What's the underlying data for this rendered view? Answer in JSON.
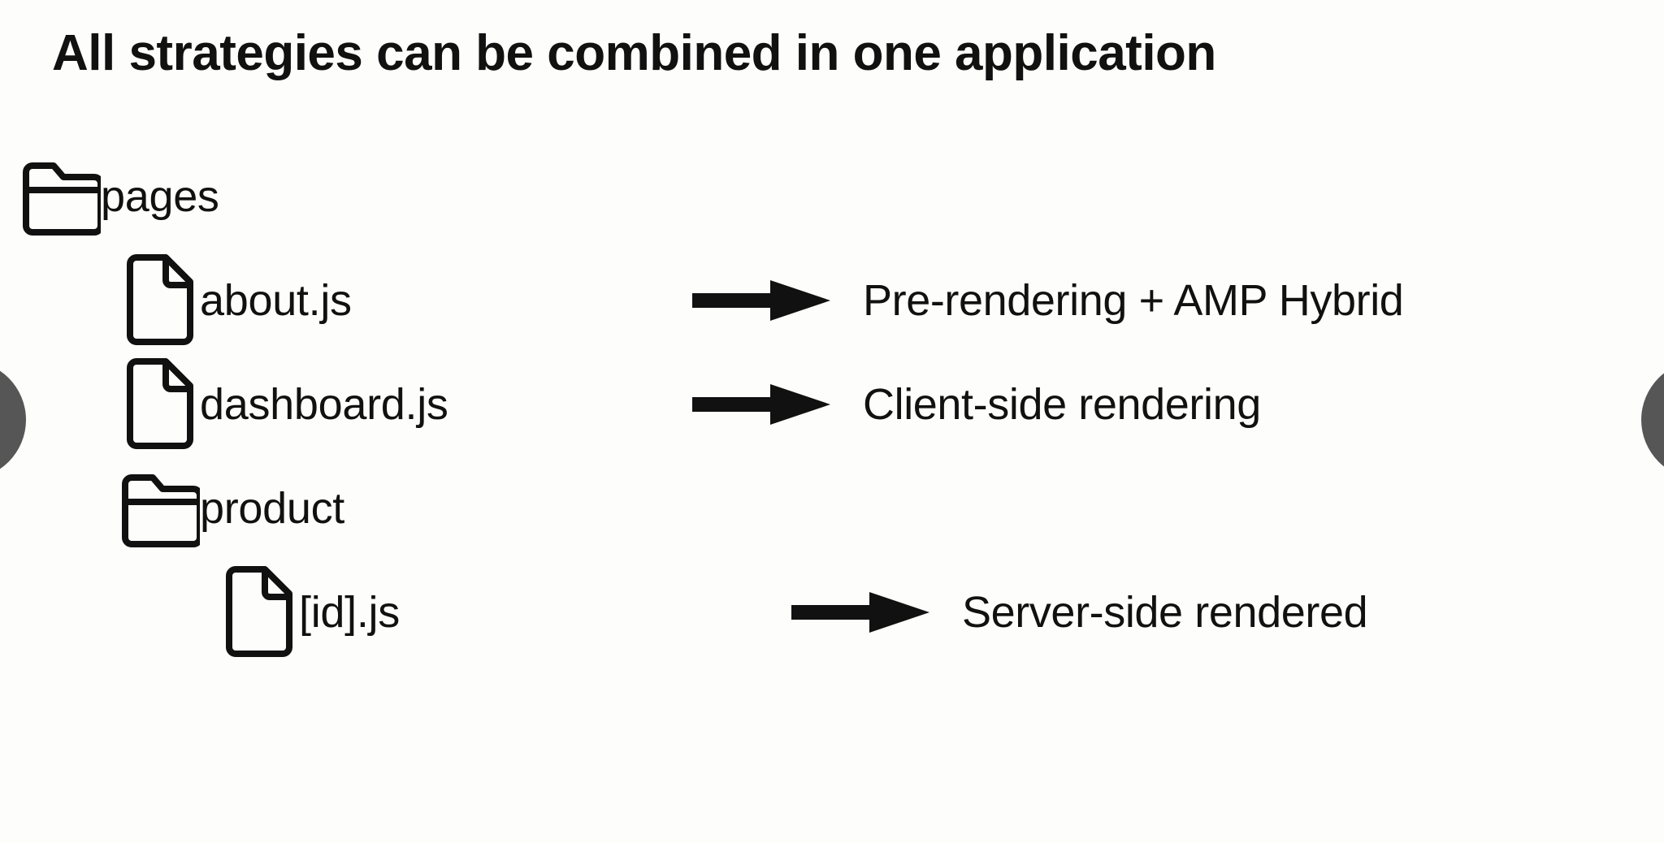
{
  "slide": {
    "title": "All strategies can be combined in one application",
    "background_color": "#fdfdfb",
    "text_color": "#111111"
  },
  "tree": {
    "root_label": "pages",
    "nodes": [
      {
        "name": "pages",
        "type": "folder",
        "icon": "folder-icon",
        "depth": 0,
        "arrow": false,
        "strategy": ""
      },
      {
        "name": "about.js",
        "type": "file",
        "icon": "file-icon",
        "depth": 1,
        "arrow": true,
        "arrow_icon": "arrow-right-icon",
        "strategy": "Pre-rendering + AMP Hybrid"
      },
      {
        "name": "dashboard.js",
        "type": "file",
        "icon": "file-icon",
        "depth": 1,
        "arrow": true,
        "arrow_icon": "arrow-right-icon",
        "strategy": "Client-side rendering"
      },
      {
        "name": "product",
        "type": "folder",
        "icon": "folder-icon",
        "depth": 1,
        "arrow": false,
        "strategy": ""
      },
      {
        "name": "[id].js",
        "type": "file",
        "icon": "file-icon",
        "depth": 2,
        "arrow": true,
        "arrow_icon": "arrow-right-icon",
        "strategy": "Server-side rendered"
      }
    ]
  },
  "navigation": {
    "prev": {
      "icon": "prev-circle-icon",
      "label": ""
    },
    "next": {
      "icon": "next-circle-icon",
      "label": ""
    },
    "color": "#565656"
  }
}
